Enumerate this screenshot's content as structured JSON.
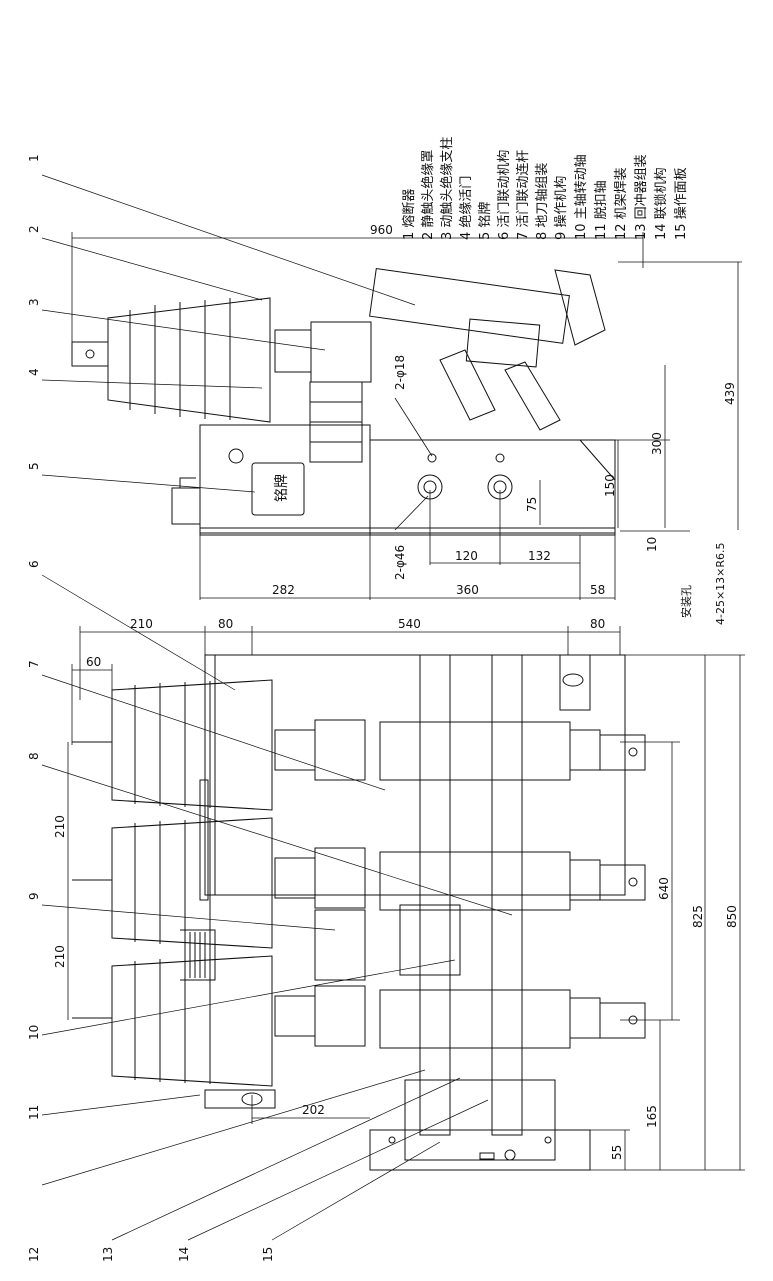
{
  "legend": [
    "1 熔断器",
    "2 静触头绝缘罩",
    "3 动触头绝缘支柱",
    "4 绝缘活门",
    "5 铭牌",
    "6 活门联动机构",
    "7 活门联动连杆",
    "8 地刀轴组装",
    "9 操作机构",
    "10 主轴转动轴",
    "11 脱扣轴",
    "12 机架焊装",
    "13 回冲器组装",
    "14 联锁机构",
    "15 操作面板"
  ],
  "callouts": [
    "1",
    "2",
    "3",
    "4",
    "5",
    "6",
    "7",
    "8",
    "9",
    "10",
    "11",
    "12",
    "13",
    "14",
    "15"
  ],
  "nameplate": "铭牌",
  "side_view_dims": {
    "d960": "960",
    "d439": "439",
    "d300": "300",
    "d150": "150",
    "d75": "75",
    "d10": "10",
    "d282": "282",
    "d360": "360",
    "d58": "58",
    "d120": "120",
    "d132": "132",
    "phi18": "2-φ18",
    "phi46": "2-φ46",
    "mount_hole": "4-25×13×R6.5",
    "mount_hole_label": "安装孔"
  },
  "front_view_dims": {
    "d210a": "210",
    "d80a": "80",
    "d540": "540",
    "d80b": "80",
    "d60": "60",
    "d210b": "210",
    "d210c": "210",
    "d640": "640",
    "d825": "825",
    "d850": "850",
    "d202": "202",
    "d165": "165",
    "d55": "55"
  }
}
